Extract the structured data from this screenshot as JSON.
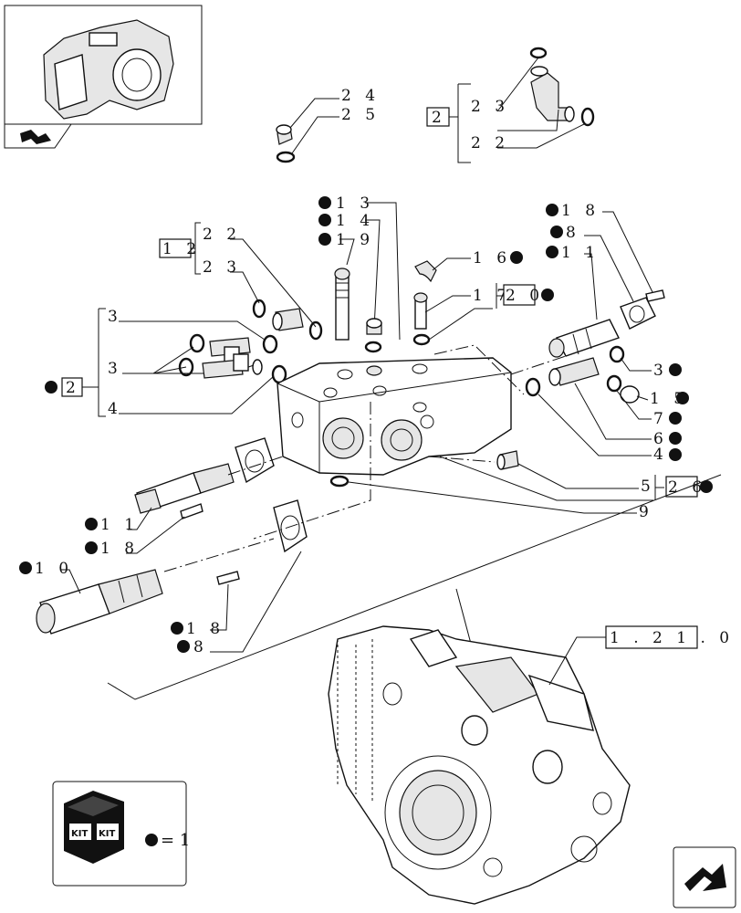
{
  "callouts": {
    "c24": "2 4",
    "c25": "2 5",
    "c2_top": "2",
    "c23_top": "2 3",
    "c22_top": "2 2",
    "c13": "1 3",
    "c14": "1 4",
    "c19": "1 9",
    "c12": "1 2",
    "c22_mid": "2 2",
    "c23_mid": "2 3",
    "c16": "1 6",
    "c17": "1 7",
    "c20": "2 0",
    "c18_top": "1 8",
    "c8_top": "8",
    "c11_top": "1 1",
    "c3_a": "3",
    "c3_b": "3",
    "c2_left": "2",
    "c4_left": "4",
    "c3_right": "3",
    "c15": "1 5",
    "c7": "7",
    "c6": "6",
    "c4_right": "4",
    "c5": "5",
    "c26": "2 6",
    "c9": "9",
    "c11_left": "1 1",
    "c18_left": "1 8",
    "c10": "1 0",
    "c18_bottom": "1 8",
    "c8_bottom": "8",
    "ref": "1 . 2 1 . 0"
  },
  "kit": {
    "legend": "= 1",
    "kit_text_1": "KIT",
    "kit_text_2": "KIT"
  },
  "icons": [
    "thumbnail-transmission-icon",
    "forward-arrow-icon",
    "next-page-arrow-icon",
    "kit-box-icon"
  ]
}
